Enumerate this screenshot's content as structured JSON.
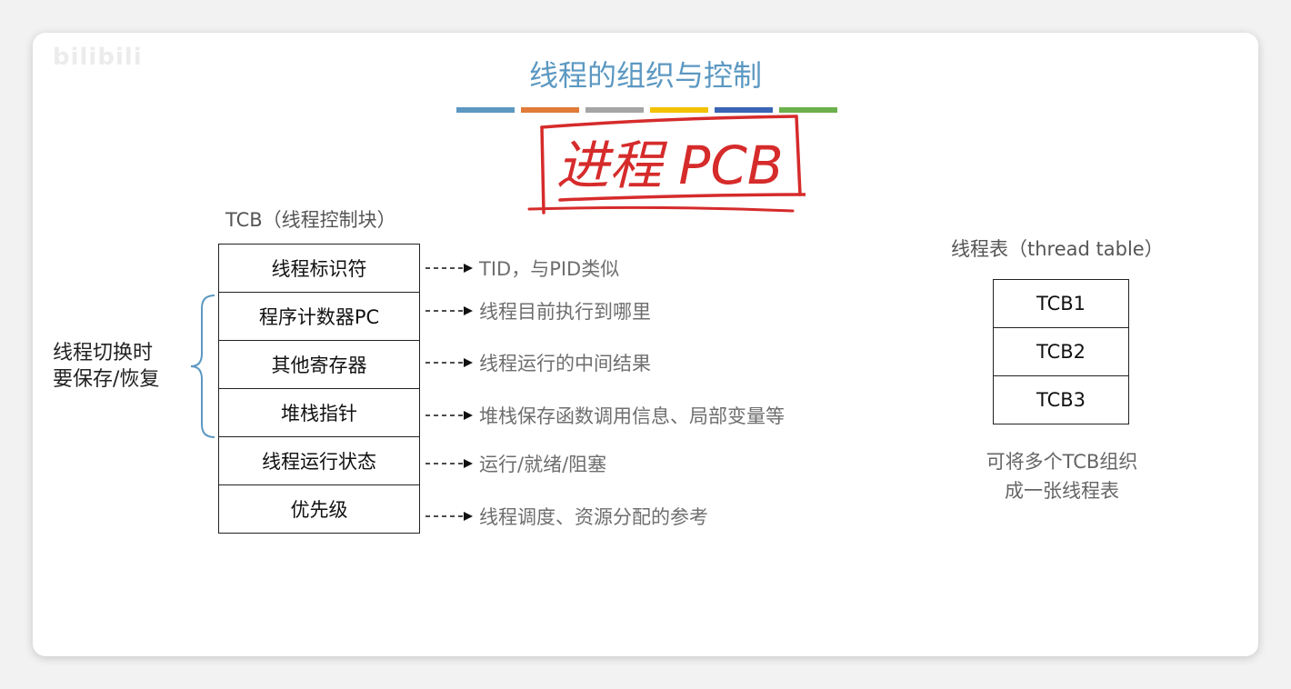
{
  "watermark": "bilibili",
  "title": "线程的组织与控制",
  "color_bars": [
    "#5b98c2",
    "#e07b39",
    "#a5a5a5",
    "#f2c200",
    "#3a64b4",
    "#6bb04a"
  ],
  "handwritten_note": "进程 PCB",
  "tcb": {
    "title": "TCB（线程控制块）",
    "rows": [
      "线程标识符",
      "程序计数器PC",
      "其他寄存器",
      "堆栈指针",
      "线程运行状态",
      "优先级"
    ],
    "notes": [
      "TID，与PID类似",
      "线程目前执行到哪里",
      "线程运行的中间结果",
      "堆栈保存函数调用信息、局部变量等",
      "运行/就绪/阻塞",
      "线程调度、资源分配的参考"
    ]
  },
  "side_label": [
    "线程切换时",
    "要保存/恢复"
  ],
  "thread_table": {
    "title": "线程表（thread table）",
    "rows": [
      "TCB1",
      "TCB2",
      "TCB3"
    ],
    "note": [
      "可将多个TCB组织",
      "成一张线程表"
    ]
  }
}
